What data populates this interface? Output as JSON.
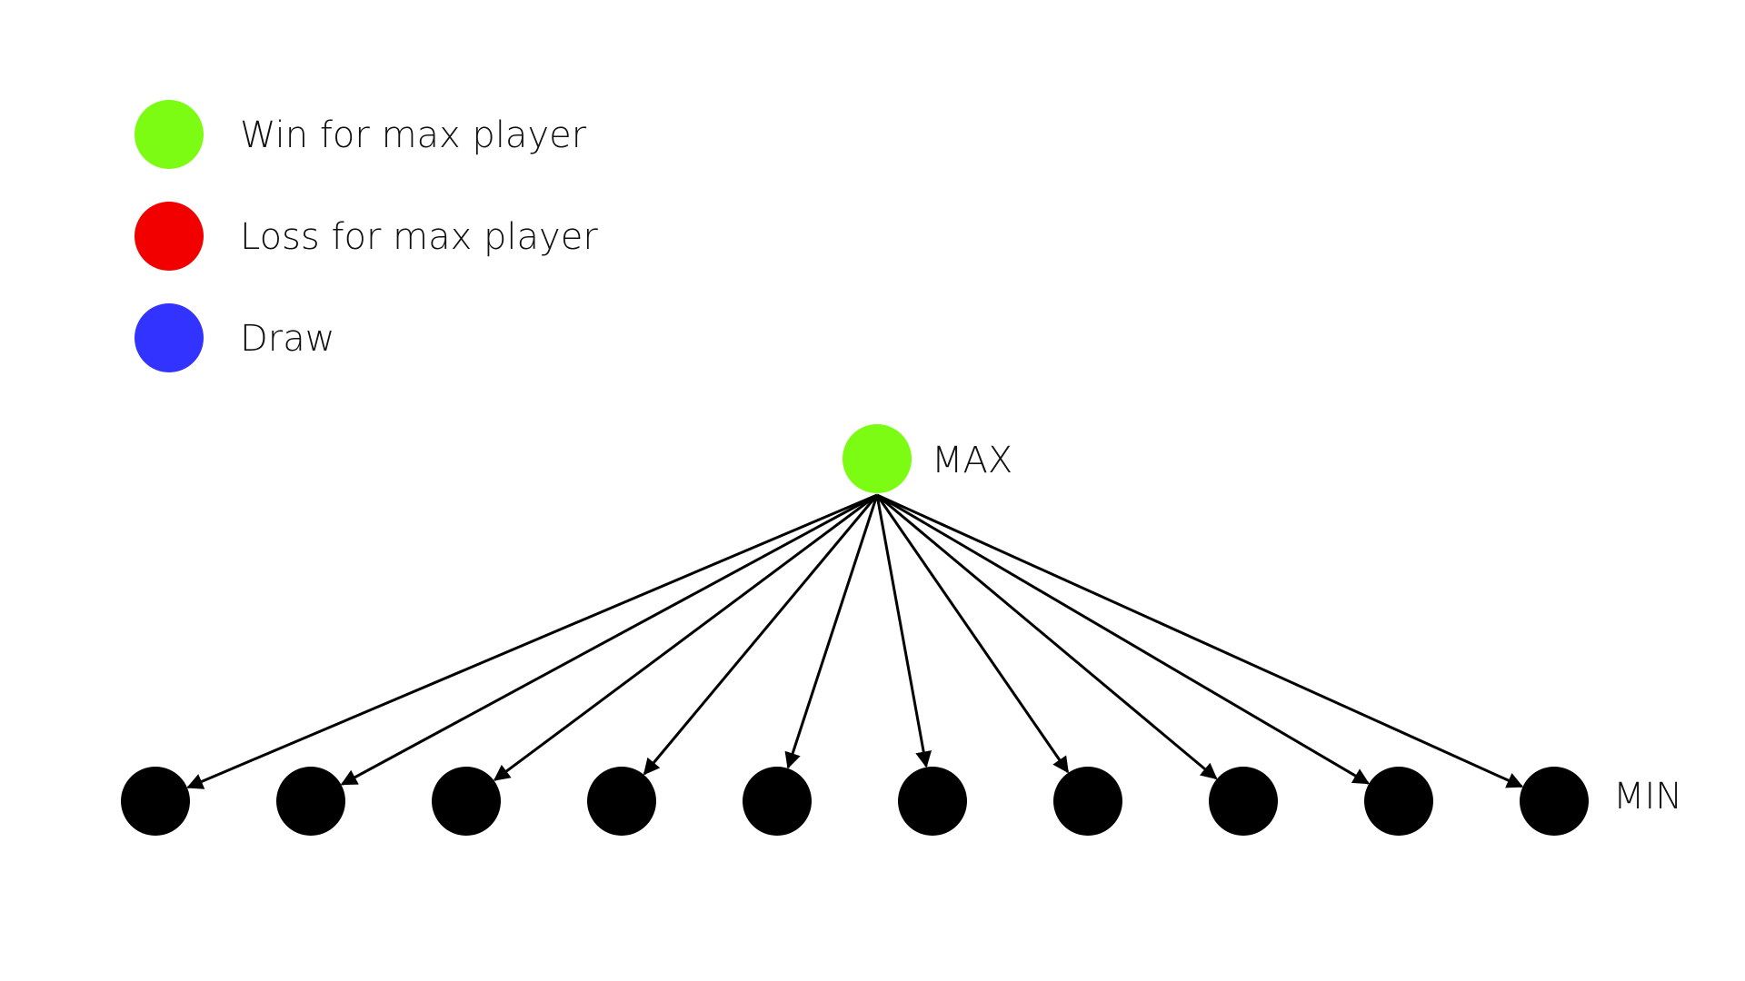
{
  "legend": [
    {
      "label": "Win for max player",
      "color": "#7CFC12"
    },
    {
      "label": "Loss for max player",
      "color": "#F20000"
    },
    {
      "label": "Draw",
      "color": "#3333FF"
    }
  ],
  "tree": {
    "root": {
      "label": "MAX",
      "color": "#7CFC12"
    },
    "children_level_label": "MIN",
    "child_count": 10,
    "child_color": "#000000"
  }
}
